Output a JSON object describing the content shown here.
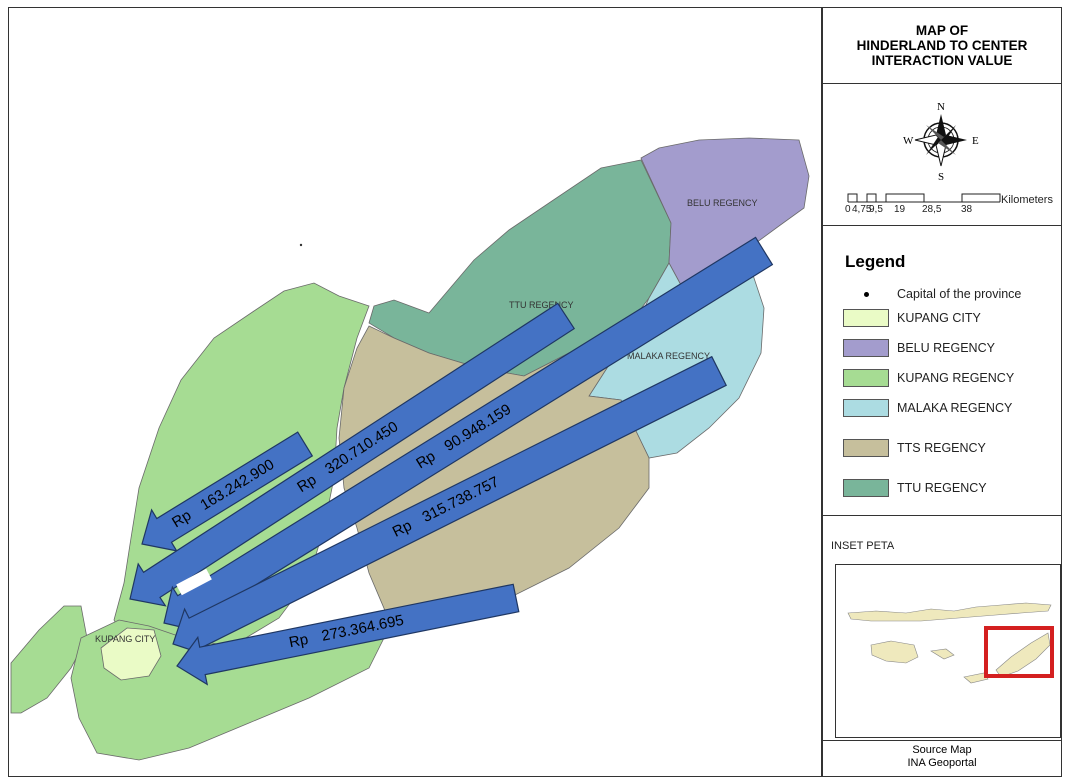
{
  "title": {
    "line1": "MAP OF",
    "line2": "HINDERLAND TO CENTER",
    "line3": "INTERACTION VALUE"
  },
  "compass": {
    "n": "N",
    "s": "S",
    "e": "E",
    "w": "W"
  },
  "scale": {
    "ticks": [
      "0",
      "4,75",
      "9,5",
      "19",
      "28,5",
      "38"
    ],
    "unit": "Kilometers"
  },
  "legend": {
    "title": "Legend",
    "capital_label": "Capital of the province",
    "items": [
      {
        "label": "KUPANG CITY",
        "color": "#eafbc6"
      },
      {
        "label": "BELU REGENCY",
        "color": "#a39ccd"
      },
      {
        "label": "KUPANG REGENCY",
        "color": "#a6dc93"
      },
      {
        "label": "MALAKA REGENCY",
        "color": "#acdce2"
      },
      {
        "label": "TTS REGENCY",
        "color": "#c6bf9c"
      },
      {
        "label": "TTU REGENCY",
        "color": "#79b59a"
      }
    ]
  },
  "inset": {
    "title": "INSET PETA"
  },
  "source": {
    "line1": "Source Map",
    "line2": "INA Geoportal"
  },
  "map_labels": {
    "belu": "BELU REGENCY",
    "ttu": "TTU REGENCY",
    "malaka": "MALAKA REGENCY",
    "kupang_city": "KUPANG CITY"
  },
  "flows": [
    {
      "currency": "Rp",
      "value": "163.242.900"
    },
    {
      "currency": "Rp",
      "value": "320.710.450"
    },
    {
      "currency": "Rp",
      "value": "90.948.159"
    },
    {
      "currency": "Rp",
      "value": "315.738.757"
    },
    {
      "currency": "Rp",
      "value": "273.364.695"
    }
  ],
  "colors": {
    "arrow_fill": "#4472c4",
    "arrow_stroke": "#1f3763",
    "inset_highlight": "#d42020",
    "island_fill": "#efe9bd"
  }
}
